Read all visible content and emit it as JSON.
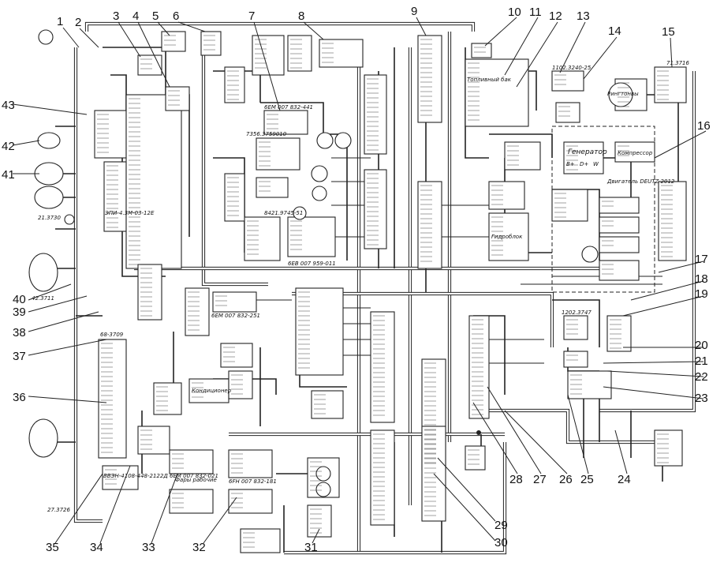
{
  "callouts": [
    "1",
    "2",
    "3",
    "4",
    "5",
    "6",
    "7",
    "8",
    "9",
    "10",
    "11",
    "12",
    "13",
    "14",
    "15",
    "16",
    "17",
    "18",
    "19",
    "20",
    "21",
    "22",
    "23",
    "24",
    "25",
    "26",
    "27",
    "28",
    "29",
    "30",
    "31",
    "32",
    "33",
    "34",
    "35",
    "36",
    "37",
    "38",
    "39",
    "40",
    "41",
    "42",
    "43"
  ],
  "labels": {
    "engine": "Двигатель DEUTZ 2012",
    "generator": "Генератор",
    "compressor": "Компрессор",
    "fuel_tank": "Топливный бак",
    "ringtone": "Рингтонвы",
    "conditioner": "Кондиционер",
    "hydroblock": "Гидроблок",
    "cabin_lamp": "Фары рабочие",
    "relay_block_1": "6ЕМ 007 832-441",
    "relay_block_2": "6ЕМ 007 832-021",
    "relay_block_3": "6FH 007 832-181",
    "relay_block_4": "6ЕМ 007 832-251",
    "relay_block_5": "6ЕВ 007 959-011",
    "panel_code": "ЭПИ-4.3М-03-12Е",
    "part_a": "68-3709",
    "part_b": "ВВЭН-4108-448-2122Д",
    "part_c": "7356.3759010",
    "part_d": "8421.9745-51",
    "part_e": "1202.3747",
    "part_f": "1102.3240-25",
    "part_g": "71.3716",
    "part_h": "42.3711",
    "part_i": "27.3726",
    "part_j": "21.3730",
    "terminal_b": "B+",
    "terminal_d": "D+",
    "terminal_w": "W"
  },
  "colors": {
    "ink": "#222222",
    "paper": "#ffffff"
  }
}
